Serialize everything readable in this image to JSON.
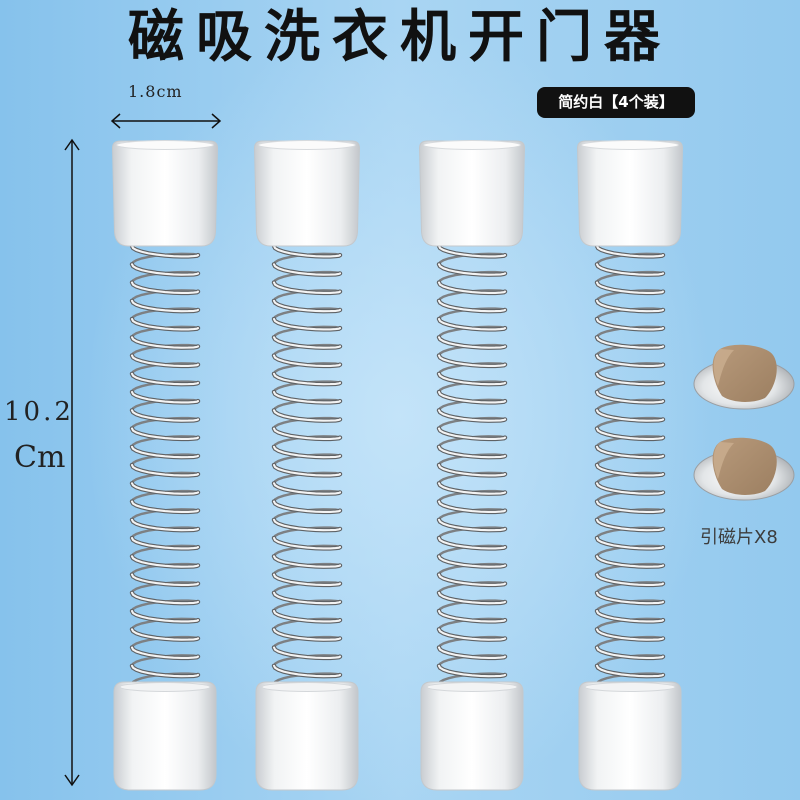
{
  "product": {
    "title": "磁吸洗衣机开门器",
    "badge": "简约白【4个装】",
    "accessory_label": "引磁片X8"
  },
  "dimensions": {
    "width_label": "1.8cm",
    "height_value": "10.2",
    "height_unit": "Cm"
  },
  "colors": {
    "background": "#9fd0f0",
    "title": "#111111",
    "badge_background": "#111111",
    "badge_text": "#ffffff",
    "cap": "#ffffff",
    "spring": "#c8c8c8",
    "sticker": "#a6896b",
    "magnet_disc": "#d9dde0"
  },
  "icons": {
    "width_arrow": "double-arrow-horizontal-icon",
    "height_arrow": "double-arrow-vertical-icon",
    "stopper": "spring-door-stopper",
    "magnet": "magnet-disc-icon"
  }
}
